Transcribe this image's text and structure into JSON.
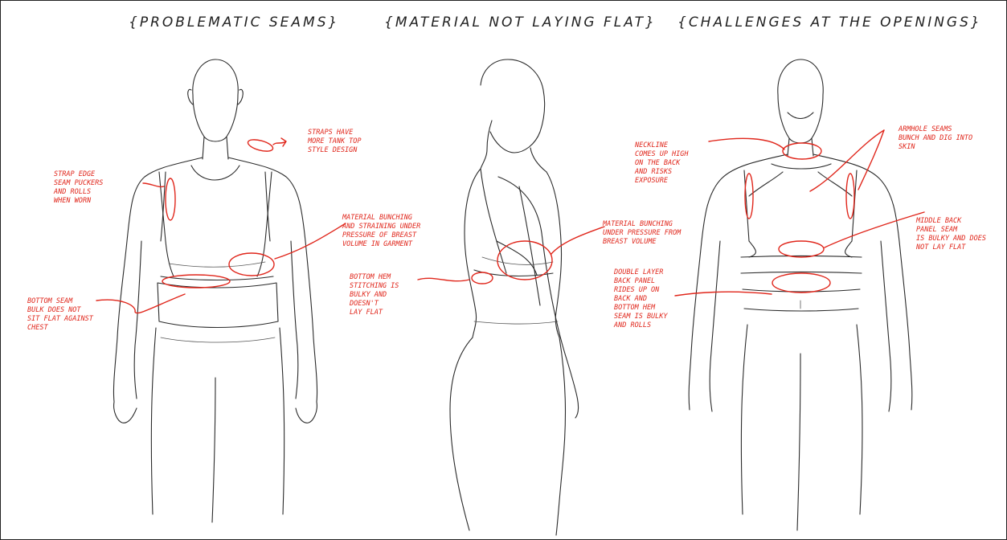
{
  "headings": {
    "seams": "{PROBLEMATIC SEAMS}",
    "flat": "{MATERIAL NOT LAYING FLAT}",
    "openings": "{CHALLENGES AT THE OPENINGS}"
  },
  "annotations": {
    "straps": [
      "STRAPS HAVE",
      "MORE TANK TOP",
      "STYLE DESIGN"
    ],
    "strap_edge": [
      "STRAP EDGE",
      "SEAM PUCKERS",
      "AND ROLLS",
      "WHEN WORN"
    ],
    "material_front": [
      "MATERIAL BUNCHING",
      "AND STRAINING UNDER",
      "PRESSURE OF BREAST",
      "VOLUME IN GARMENT"
    ],
    "bottom_seam": [
      "BOTTOM SEAM",
      "BULK DOES NOT",
      "SIT FLAT AGAINST",
      "CHEST"
    ],
    "bottom_hem_side": [
      "BOTTOM HEM",
      "STITCHING IS",
      "BULKY AND",
      "DOESN'T",
      "LAY FLAT"
    ],
    "material_side": [
      "MATERIAL BUNCHING",
      "UNDER PRESSURE FROM",
      "BREAST VOLUME"
    ],
    "neckline": [
      "NECKLINE",
      "COMES UP HIGH",
      "ON THE BACK",
      "AND RISKS",
      "EXPOSURE"
    ],
    "armhole": [
      "ARMHOLE SEAMS",
      "BUNCH AND DIG INTO",
      "SKIN"
    ],
    "middle_back": [
      "MIDDLE BACK",
      "PANEL SEAM",
      "IS BULKY AND DOES",
      "NOT LAY FLAT"
    ],
    "double_layer": [
      "DOUBLE LAYER",
      "BACK PANEL",
      "RIDES UP ON",
      "BACK AND",
      "BOTTOM HEM",
      "SEAM IS BULKY",
      "AND ROLLS"
    ]
  },
  "colors": {
    "annotation": "#e0261b",
    "sketch": "#2a2a2a"
  }
}
